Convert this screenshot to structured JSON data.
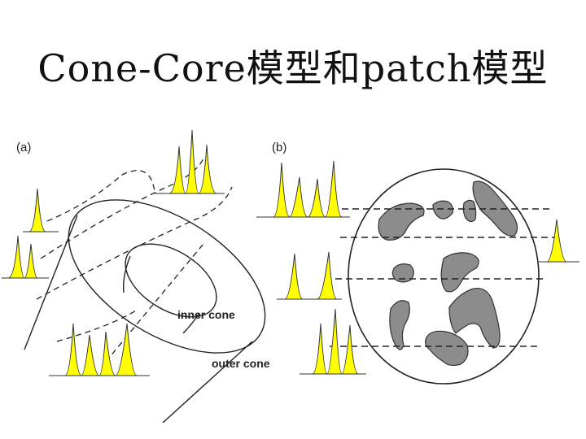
{
  "slide": {
    "title": "Cone-Core模型和patch模型"
  },
  "panel_a": {
    "label": "(a)",
    "inner_label": "inner cone",
    "outer_label": "outer cone"
  },
  "panel_b": {
    "label": "(b)"
  },
  "colors": {
    "profile_fill": "#ffff00",
    "patch_fill": "#8c8c8c",
    "line": "#222222"
  }
}
